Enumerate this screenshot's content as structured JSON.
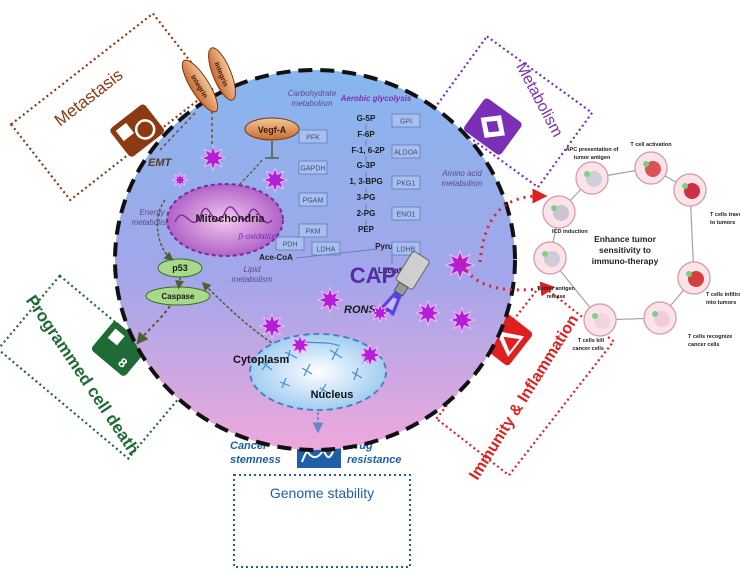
{
  "colors": {
    "metastasis": "#8b3a12",
    "metabolism": "#7b2fb5",
    "death": "#1f6b35",
    "immunity": "#e02020",
    "genome": "#1f5fa8",
    "cell_top": "#7fb0ea",
    "cell_bottom": "#e7a6de"
  },
  "icons": [
    "emt-cell-icon",
    "metabolism-crystal-icon",
    "programmed-death-icon",
    "immunity-shield-icon",
    "genome-dna-icon",
    "plasma-jet-icon",
    "rons-burst-icon"
  ],
  "sections": {
    "metastasis": "Metastasis",
    "metabolism": "Metabolism",
    "death": "Programmed cell death",
    "immunity": "Immunity & Inflammation",
    "genome": "Genome stability"
  },
  "membrane": {
    "integrin1": "Integrin",
    "integrin2": "Integrin",
    "emt": "EMT",
    "vegfa": "Vegf-A"
  },
  "cell": {
    "carb": [
      "Carbohydrate",
      "metabolism"
    ],
    "aerobic": "Aerobic glycolysis",
    "amino": [
      "Amino acid",
      "metabolism"
    ],
    "energy": [
      "Energy",
      "metabolism"
    ],
    "lipid": [
      "Lipid",
      "metabolism"
    ],
    "mito": "Mitochondria",
    "beta": "β-oxidation",
    "p53": "p53",
    "caspase": "Caspase",
    "cytoplasm": "Cytoplasm",
    "nucleus": "Nucleus",
    "cap": "CAP",
    "rons": "RONS"
  },
  "glycolysis": {
    "metabolites": [
      "G-5P",
      "F-6P",
      "F-1, 6-2P",
      "G-3P",
      "1, 3-BPG",
      "3-PG",
      "2-PG",
      "PEP",
      "Pyruvate",
      "Lactate",
      "Ace-CoA"
    ],
    "enzymes": [
      "GPI",
      "PFK",
      "ALDOA",
      "GAPDH",
      "PKG1",
      "PGAM",
      "ENO1",
      "PKM",
      "PDH",
      "LDHA",
      "LDHB"
    ]
  },
  "immune_cycle": {
    "center": [
      "Enhance tumor",
      "sensitivity to",
      "immuno-therapy"
    ],
    "steps": [
      [
        "T cell activation"
      ],
      [
        "APC presentation of",
        "tumor antigen"
      ],
      [
        "T cells travel",
        "to tumors"
      ],
      [
        "T cells infiltrate",
        "into tumors"
      ],
      [
        "T cells recognize",
        "cancer cells"
      ],
      [
        "T cells kill",
        "cancer cells"
      ],
      [
        "Tumor antigen",
        "release"
      ],
      [
        "ICD induction"
      ]
    ]
  },
  "genome_labels": {
    "stemness": [
      "Cancer",
      "stemness"
    ],
    "resistance": [
      "Drug",
      "resistance"
    ]
  }
}
